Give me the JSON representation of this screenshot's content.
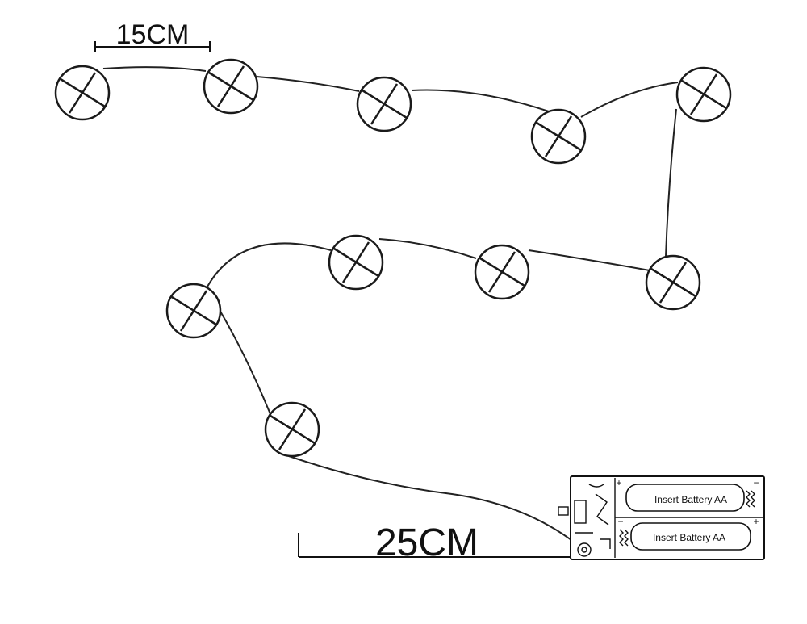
{
  "dimensions": {
    "spacing_label": "15CM",
    "lead_label": "25CM"
  },
  "battery_box": {
    "slot_1_label": "Insert Battery  AA",
    "slot_2_label": "Insert Battery  AA",
    "polarity_plus": "+",
    "polarity_minus": "−"
  },
  "bulb_count": 10,
  "colors": {
    "line": "#1a1a1a",
    "background": "#ffffff"
  }
}
